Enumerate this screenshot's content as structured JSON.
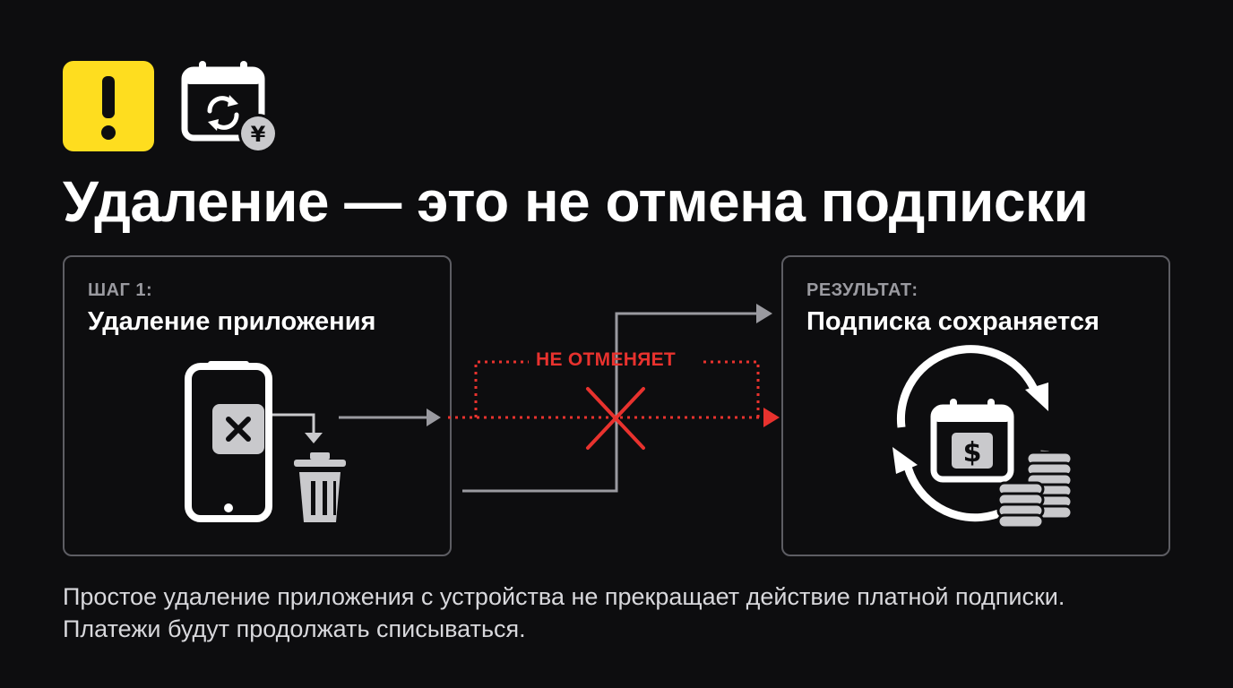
{
  "header": {
    "warning_icon": "exclamation-icon",
    "subscription_icon": "calendar-refresh-yen-icon",
    "title": "Удаление — это не отмена подписки"
  },
  "step": {
    "kicker": "ШАГ 1:",
    "heading": "Удаление приложения",
    "icons": [
      "smartphone-icon",
      "app-delete-icon",
      "trash-can-icon"
    ]
  },
  "result": {
    "kicker": "РЕЗУЛЬТАТ:",
    "heading": "Подписка сохраняется",
    "icons": [
      "recurring-payment-icon",
      "calendar-dollar-icon",
      "coin-stack-icon"
    ]
  },
  "flow": {
    "not_cancel_label": "НЕ ОТМЕНЯЕТ",
    "line_color": "#9a9aa0",
    "blocked_color": "#e8322e"
  },
  "colors": {
    "background": "#0d0d0f",
    "accent_yellow": "#fedd1f",
    "card_border": "#5d5d63"
  },
  "footnote": "Простое удаление приложения с устройства не прекращает действие платной подписки. Платежи будут продолжать списываться."
}
